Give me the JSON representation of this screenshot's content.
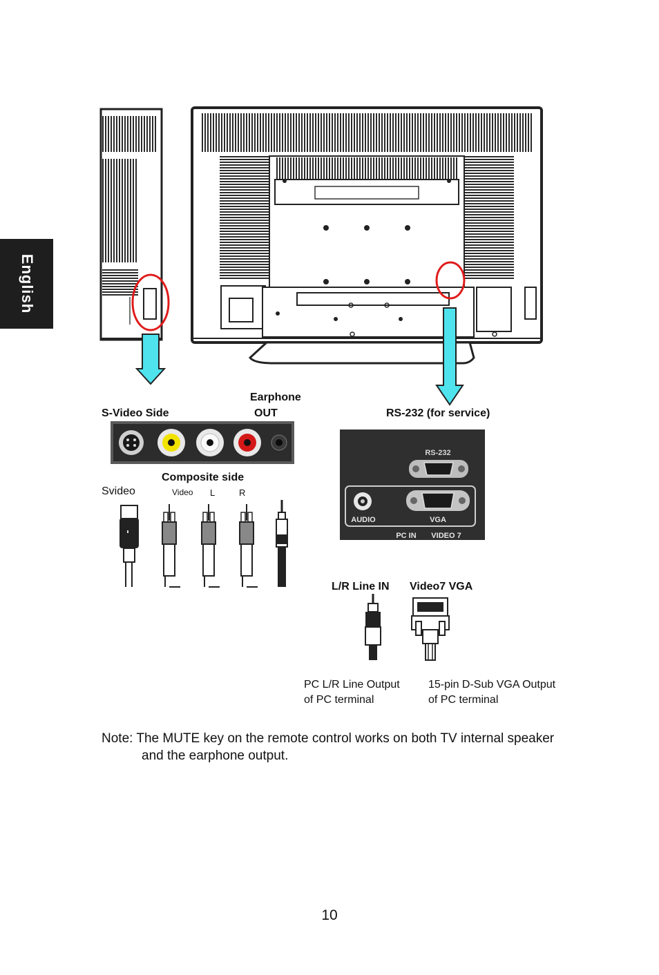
{
  "sidebar_tab": "English",
  "labels": {
    "svideo_side": "S-Video Side",
    "earphone": "Earphone",
    "earphone_out": "OUT",
    "rs232_prefix": "RS-232 (for",
    "rs232_service": "service",
    "rs232_suffix": ")",
    "composite_side": "Composite side",
    "svideo": "Svideo",
    "video": "Video",
    "l": "L",
    "r": "R",
    "lr_line_in": "L/R Line IN",
    "video7_vga": "Video7 VGA",
    "pc_lr_line_output_1": "PC L/R Line Output",
    "pc_lr_line_output_2": "of PC terminal",
    "vga_output_1": "15-pin D-Sub VGA Output",
    "vga_output_2": "of PC terminal"
  },
  "panel_labels": {
    "rs232": "RS-232",
    "audio": "AUDIO",
    "vga": "VGA",
    "pc_in": "PC IN",
    "video7": "VIDEO 7"
  },
  "note": {
    "line1": "Note: The MUTE key on the remote control works on both TV internal speaker",
    "line2": "and the earphone output."
  },
  "page_number": "10",
  "colors": {
    "highlight_circle": "#e01b1b",
    "arrow_fill": "#4fe3ee",
    "tab_bg": "#1e1e1e"
  }
}
